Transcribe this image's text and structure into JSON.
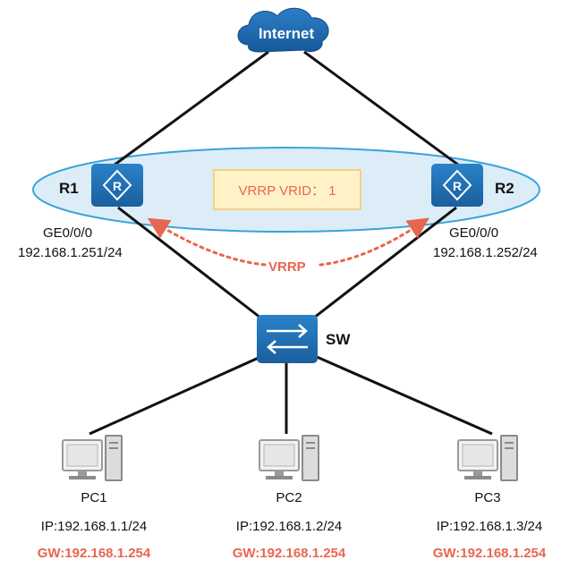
{
  "internet": {
    "label": "Internet"
  },
  "vrrp_group": {
    "label": "VRRP VRID：  1"
  },
  "vrrp_link": {
    "label": "VRRP"
  },
  "r1": {
    "name": "R1",
    "interface": "GE0/0/0",
    "ip": "192.168.1.251/24"
  },
  "r2": {
    "name": "R2",
    "interface": "GE0/0/0",
    "ip": "192.168.1.252/24"
  },
  "switch": {
    "name": "SW"
  },
  "pcs": [
    {
      "name": "PC1",
      "ip": "IP:192.168.1.1/24",
      "gw": "GW:192.168.1.254"
    },
    {
      "name": "PC2",
      "ip": "IP:192.168.1.2/24",
      "gw": "GW:192.168.1.254"
    },
    {
      "name": "PC3",
      "ip": "IP:192.168.1.3/24",
      "gw": "GW:192.168.1.254"
    }
  ],
  "colors": {
    "device_blue": "#1f6db3",
    "ellipse_fill": "#dcedf8",
    "ellipse_stroke": "#3aa3dc",
    "vrrp_box_fill": "#fff2c6",
    "vrrp_box_stroke": "#f3c86a",
    "accent_red": "#e8664f"
  }
}
